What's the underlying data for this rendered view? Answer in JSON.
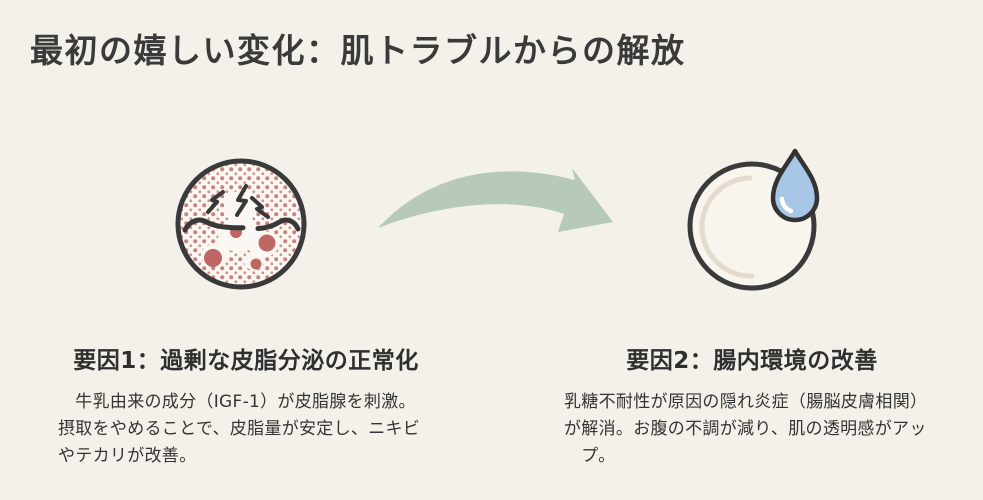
{
  "title": "最初の嬉しい変化：肌トラブルからの解放",
  "factors": [
    {
      "heading": "要因1：過剰な皮脂分泌の正常化",
      "body": "　牛乳由来の成分（IGF-1）が皮脂腺を刺激。\n摂取をやめることで、皮脂量が安定し、ニキビ\nやテカリが改善。",
      "icon": "troubled-skin-face-icon"
    },
    {
      "heading": "要因2：腸内環境の改善",
      "body": "乳糖不耐性が原因の隠れ炎症（腸脳皮膚相関）\nが解消。お腹の不調が減り、肌の透明感がアッ\n　プ。",
      "icon": "clear-skin-droplet-icon"
    }
  ],
  "icons": {
    "left_illustration": "troubled-skin-face-icon",
    "transition": "curved-arrow-right-icon",
    "right_illustration": "clear-skin-droplet-icon"
  },
  "colors": {
    "background": "#f3f1ea",
    "title_text": "#3a3a3a",
    "body_text": "#343434",
    "circle_outline": "#3a3a3a",
    "left_circle_fill": "#fbf8f3",
    "halftone_dots": "#c9827d",
    "acne_spots": "#c06663",
    "right_circle_fill": "#f8f5ef",
    "inner_arc": "#e4dbcc",
    "droplet_fill": "#a8c7e7",
    "arrow": "#b7c9ba"
  }
}
